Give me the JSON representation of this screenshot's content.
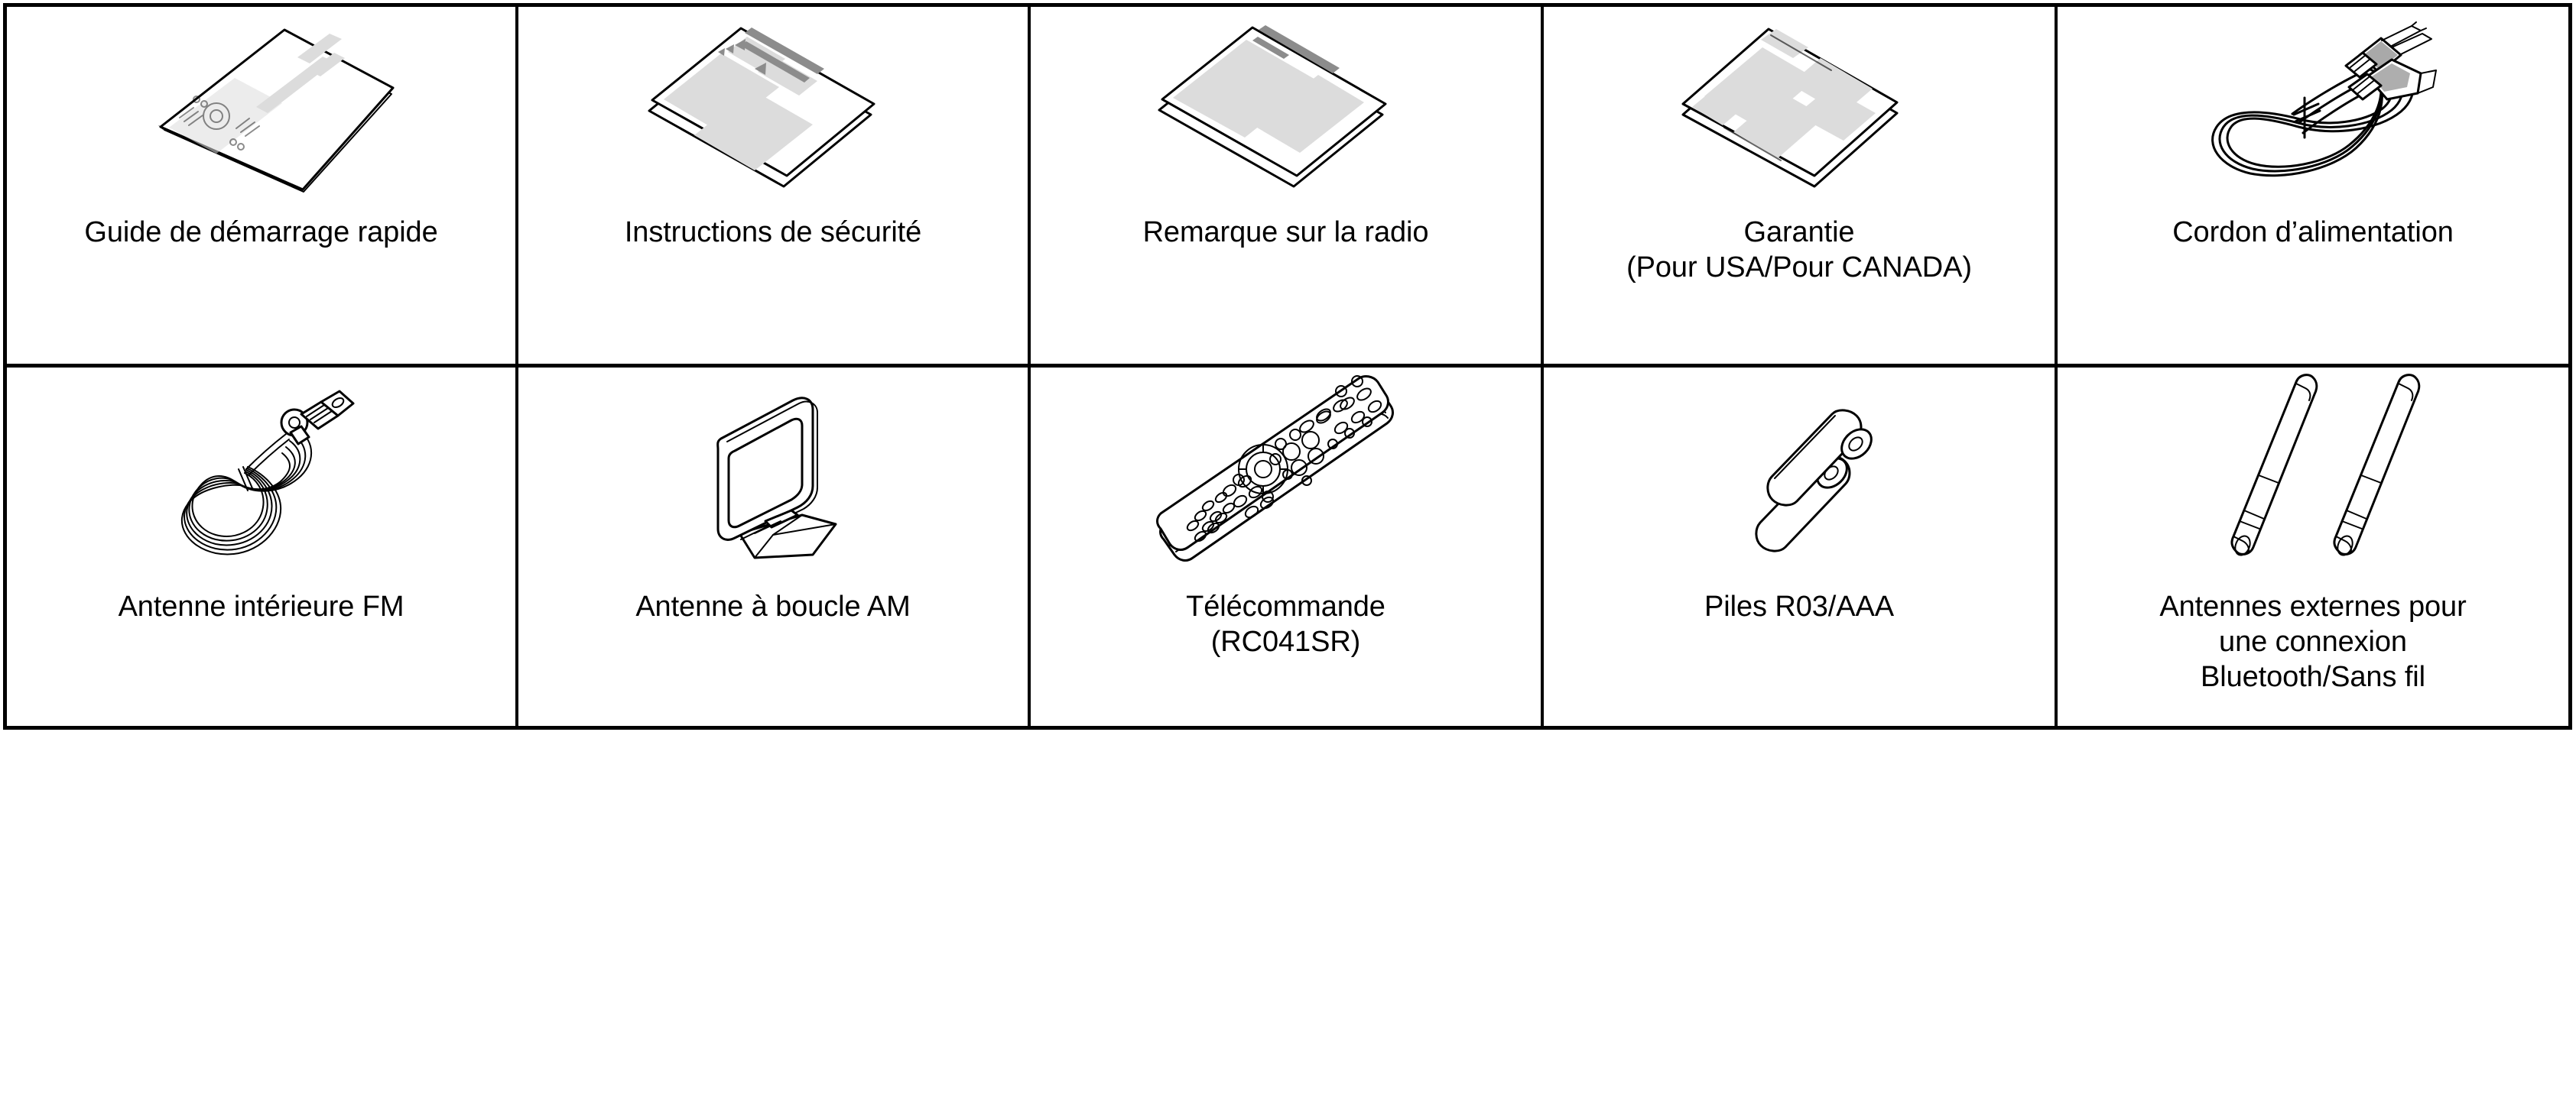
{
  "table": {
    "rows": [
      {
        "cells": [
          {
            "icon": "quick-start-guide-booklet-icon",
            "label": "Guide de démarrage rapide"
          },
          {
            "icon": "safety-instructions-sheets-icon",
            "label": "Instructions de sécurité"
          },
          {
            "icon": "radio-notice-sheets-icon",
            "label": "Remarque sur la radio"
          },
          {
            "icon": "warranty-sheets-icon",
            "label": "Garantie\n(Pour USA/Pour CANADA)"
          },
          {
            "icon": "power-cord-icon",
            "label": "Cordon d’alimentation"
          }
        ]
      },
      {
        "cells": [
          {
            "icon": "fm-indoor-antenna-icon",
            "label": "Antenne intérieure FM"
          },
          {
            "icon": "am-loop-antenna-icon",
            "label": "Antenne à boucle AM"
          },
          {
            "icon": "remote-control-icon",
            "label": "Télécommande\n(RC041SR)"
          },
          {
            "icon": "aaa-batteries-icon",
            "label": "Piles R03/AAA"
          },
          {
            "icon": "external-antennas-icon",
            "label": "Antennes externes pour\nune connexion\nBluetooth/Sans fil"
          }
        ]
      }
    ]
  },
  "colors": {
    "border": "#000000",
    "background": "#ffffff",
    "paper_light": "#dcdcdc",
    "paper_mid": "#8c8c8c"
  }
}
